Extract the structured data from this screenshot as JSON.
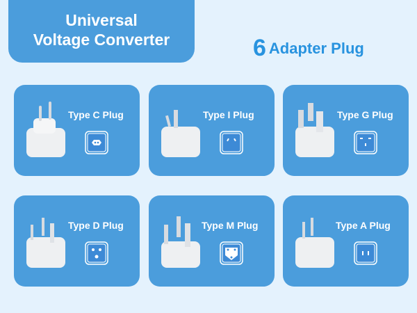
{
  "header": {
    "line1": "Universal",
    "line2": "Voltage Converter"
  },
  "count": {
    "number": "6",
    "label": "Adapter Plug"
  },
  "colors": {
    "background": "#e4f2fd",
    "card": "#4b9ddc",
    "accent": "#2893df"
  },
  "cards": [
    {
      "title": "Type C Plug",
      "socket_icon": "type-c-socket-icon"
    },
    {
      "title": "Type I Plug",
      "socket_icon": "type-i-socket-icon"
    },
    {
      "title": "Type G Plug",
      "socket_icon": "type-g-socket-icon"
    },
    {
      "title": "Type D Plug",
      "socket_icon": "type-d-socket-icon"
    },
    {
      "title": "Type M Plug",
      "socket_icon": "type-m-socket-icon"
    },
    {
      "title": "Type A Plug",
      "socket_icon": "type-a-socket-icon"
    }
  ]
}
